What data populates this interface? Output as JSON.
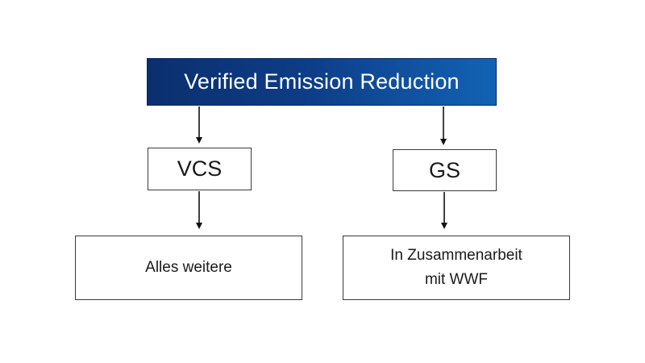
{
  "diagram": {
    "root": {
      "label": "Verified Emission Reduction"
    },
    "left": {
      "label": "VCS",
      "child": {
        "label": "Alles weitere"
      }
    },
    "right": {
      "label": "GS",
      "child": {
        "line1": "In Zusammenarbeit",
        "line2": "mit WWF"
      }
    }
  },
  "colors": {
    "header_gradient_start": "#0b2f6e",
    "header_gradient_end": "#1262b4",
    "header_text": "#ffffff",
    "box_border": "#3a3a3a",
    "arrow": "#111111"
  }
}
